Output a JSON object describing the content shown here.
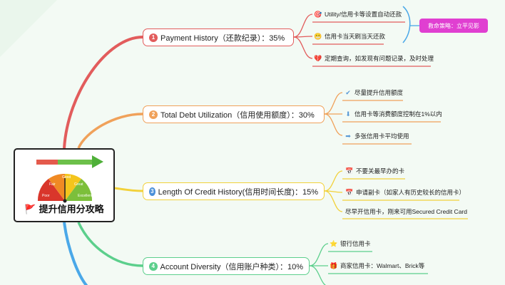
{
  "root": {
    "title": "提升信用分攻略",
    "gauge_labels": [
      "Fair",
      "Good",
      "Great",
      "Poor",
      "Excellent"
    ]
  },
  "branches": [
    {
      "number": "1",
      "label": "Payment History（还款纪录）：35%",
      "color": "#e25c5c",
      "leaves": [
        {
          "icon": "target-icon",
          "glyph": "🎯",
          "text": "Utility/信用卡等设置自动还款"
        },
        {
          "icon": "grin-icon",
          "glyph": "😬",
          "text": "信用卡当天刷当天还款"
        },
        {
          "icon": "heart-icon",
          "glyph": "💔",
          "text": "定期查询，如发现有问题记录，及时处理"
        }
      ]
    },
    {
      "number": "2",
      "label": "Total Debt Utilization（信用使用额度）：30%",
      "color": "#f0a15a",
      "leaves": [
        {
          "icon": "check-icon",
          "glyph": "✔",
          "text": "尽量提升信用额度"
        },
        {
          "icon": "down-arrow-icon",
          "glyph": "⬇",
          "text": "信用卡等消费额度控制在1%以内"
        },
        {
          "icon": "right-arrow-icon",
          "glyph": "➡",
          "text": "多张信用卡平均使用"
        }
      ]
    },
    {
      "number": "3",
      "label": "Length Of Credit History(信用时间长度)：15%",
      "color": "#f2d13a",
      "leaves": [
        {
          "icon": "calendar-icon",
          "glyph": "📅",
          "text": "不要关最早办的卡"
        },
        {
          "icon": "calendar-icon",
          "glyph": "📅",
          "text": "申请副卡（如家人有历史较长的信用卡）"
        },
        {
          "icon": "",
          "glyph": "",
          "text": "尽早开信用卡，刚来可用Secured Credit Card"
        }
      ]
    },
    {
      "number": "4",
      "label": "Account Diversity（信用账户种类）：10%",
      "color": "#5ccf8c",
      "leaves": [
        {
          "icon": "star-icon",
          "glyph": "⭐",
          "text": "银行信用卡"
        },
        {
          "icon": "gift-icon",
          "glyph": "🎁",
          "text": "商家信用卡：Walmart、Brick等"
        }
      ]
    }
  ],
  "strategy_button": "救命策略：立平见影",
  "colors": {
    "branch1": "#e25c5c",
    "branch2": "#f0a15a",
    "branch3": "#f2d13a",
    "branch4": "#5ccf8c",
    "branch5": "#4aa8e8",
    "button": "#e03fd1",
    "background": "#f3faf4"
  }
}
